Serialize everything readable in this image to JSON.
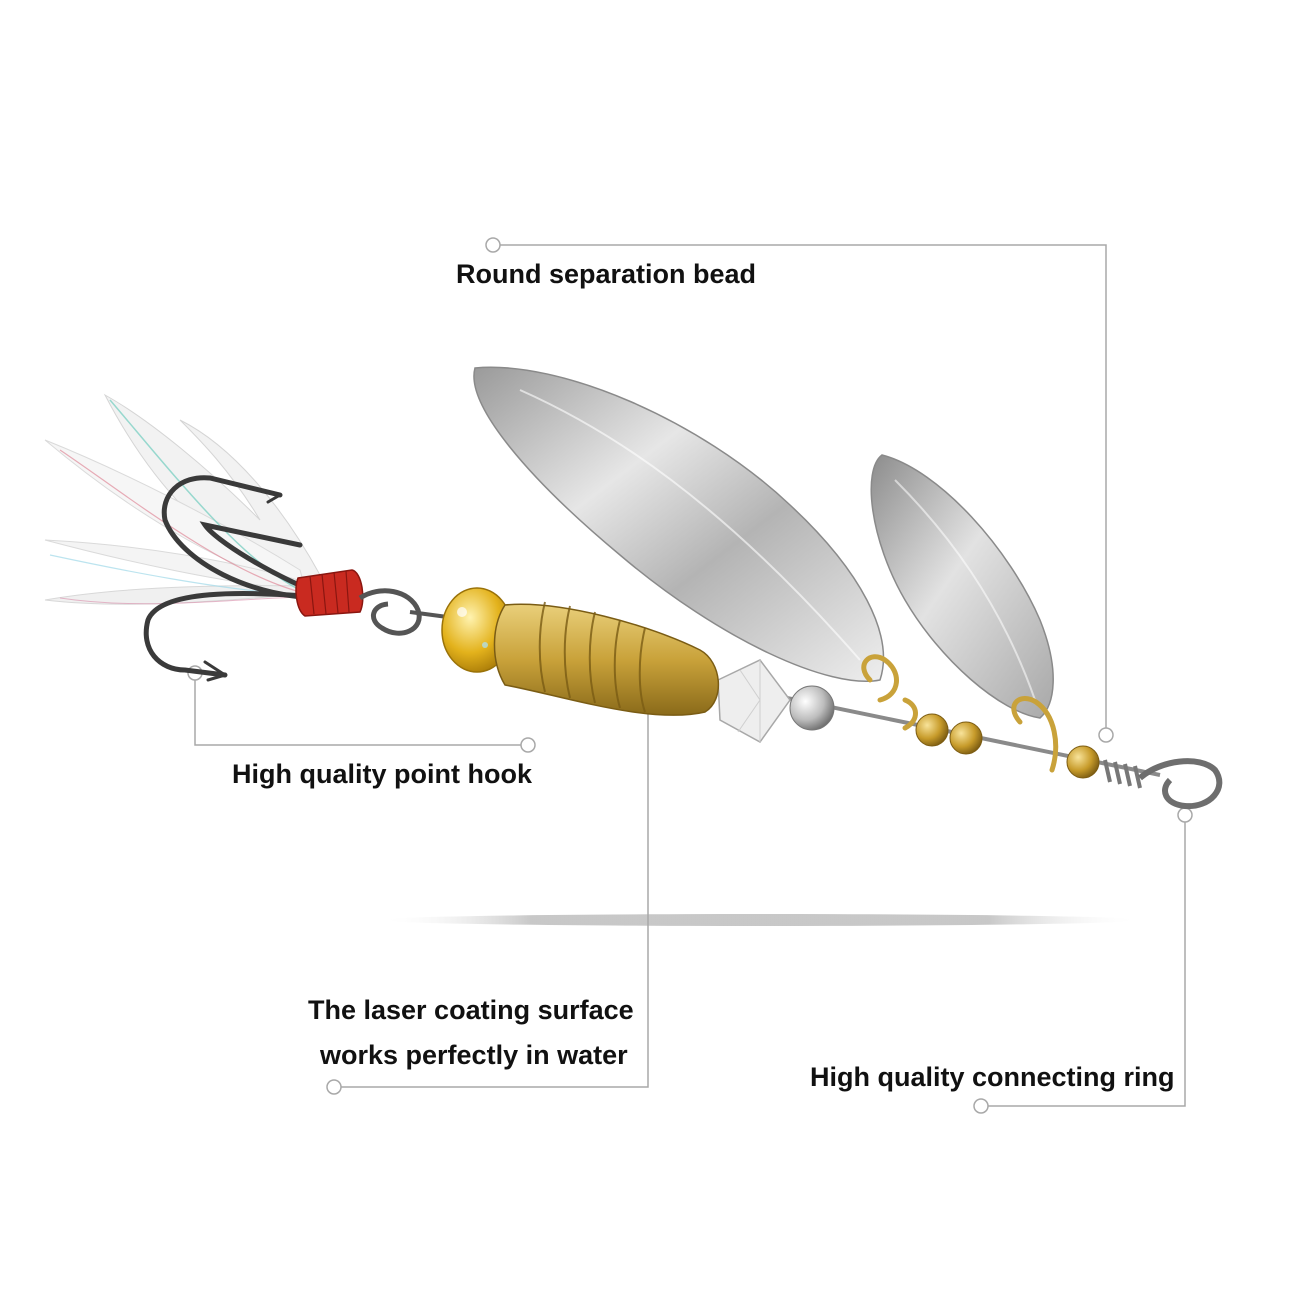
{
  "callouts": {
    "bead": "Round separation bead",
    "hook": "High quality point hook",
    "coating_line1": "The laser coating surface",
    "coating_line2": "works perfectly in water",
    "ring": "High quality connecting ring"
  },
  "colors": {
    "leader_line": "#a8a8a8",
    "text": "#111111",
    "brass": "#c9a23a",
    "blade_silver": "#c4c4c4",
    "thread_red": "#c92a20",
    "feather": "#f2f2f2"
  }
}
